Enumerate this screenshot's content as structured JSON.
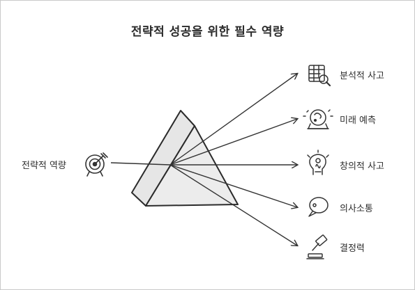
{
  "title": "전략적 성공을 위한 필수 역량",
  "source": {
    "label": "전략적 역량",
    "icon": "target-arrow-icon"
  },
  "outputs": [
    {
      "label": "분석적 사고",
      "icon": "spreadsheet-magnifier-icon"
    },
    {
      "label": "미래 예측",
      "icon": "crystal-ball-icon"
    },
    {
      "label": "창의적 사고",
      "icon": "lightbulb-head-icon"
    },
    {
      "label": "의사소통",
      "icon": "speech-bubble-icon"
    },
    {
      "label": "결정력",
      "icon": "gavel-icon"
    }
  ]
}
